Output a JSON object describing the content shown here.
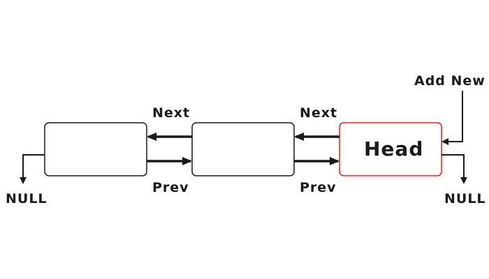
{
  "nodes": [
    {
      "label": ""
    },
    {
      "label": ""
    },
    {
      "label": "Head",
      "highlighted": true
    }
  ],
  "links": {
    "next_label": "Next",
    "prev_label": "Prev",
    "null_label": "NULL",
    "add_new_label": "Add New"
  },
  "colors": {
    "node_border": "#1a1a1a",
    "head_border": "#e02020",
    "arrow": "#1a1a1a"
  }
}
